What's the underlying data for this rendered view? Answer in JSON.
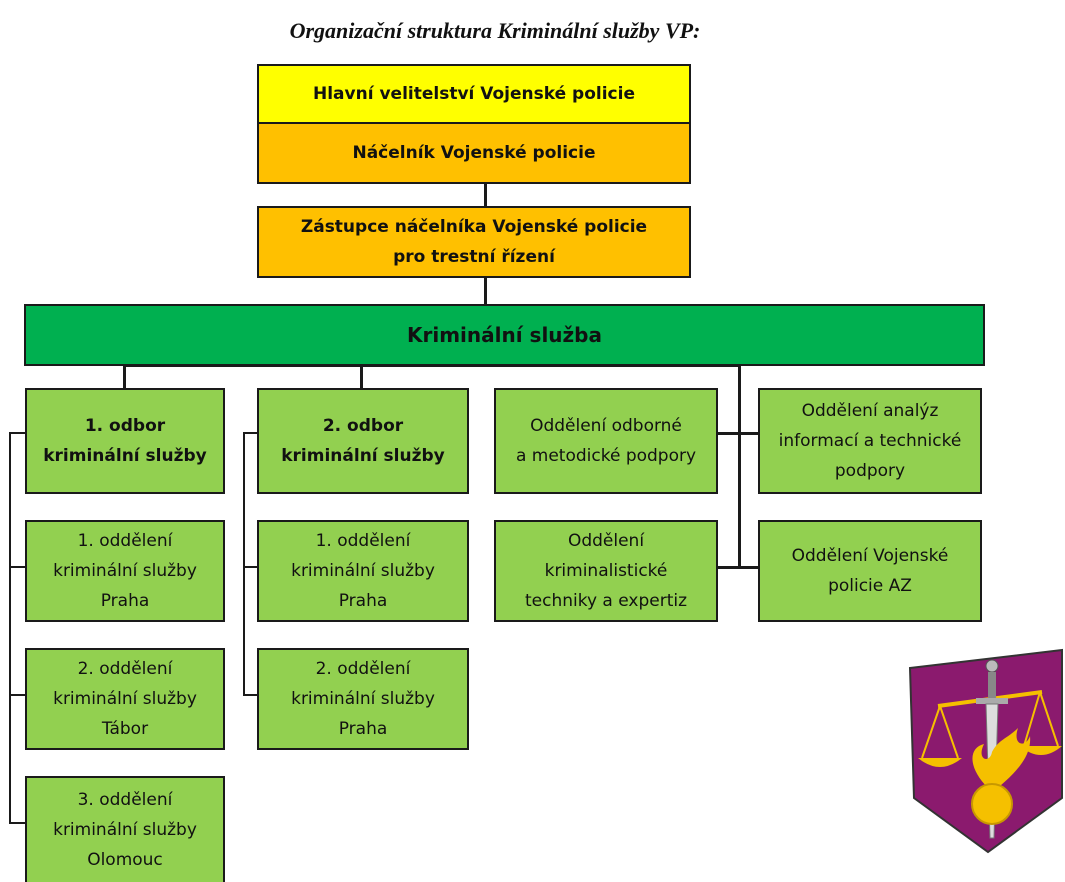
{
  "title": "Organizační struktura Kriminální služby VP:",
  "top": {
    "hq": "Hlavní velitelství Vojenské policie",
    "chief": "Náčelník Vojenské policie",
    "deputy_line1": "Zástupce náčelníka Vojenské policie",
    "deputy_line2": "pro trestní řízení"
  },
  "service": "Kriminální služba",
  "branch1": {
    "head_line1": "1. odbor",
    "head_line2": "kriminální služby",
    "units": [
      {
        "l1": "1. oddělení",
        "l2": "kriminální služby",
        "l3": "Praha"
      },
      {
        "l1": "2. oddělení",
        "l2": "kriminální služby",
        "l3": "Tábor"
      },
      {
        "l1": "3. oddělení",
        "l2": "kriminální služby",
        "l3": "Olomouc"
      }
    ]
  },
  "branch2": {
    "head_line1": "2. odbor",
    "head_line2": "kriminální služby",
    "units": [
      {
        "l1": "1. oddělení",
        "l2": "kriminální služby",
        "l3": "Praha"
      },
      {
        "l1": "2. oddělení",
        "l2": "kriminální služby",
        "l3": "Praha"
      }
    ]
  },
  "departments": {
    "methodical": {
      "l1": "Oddělení odborné",
      "l2": "a metodické podpory"
    },
    "analysis": {
      "l1": "Oddělení analýz",
      "l2": "informací  a technické",
      "l3": "podpory"
    },
    "forensic": {
      "l1": "Oddělení",
      "l2": "kriminalistické",
      "l3": "techniky a expertiz"
    },
    "az": {
      "l1": "Oddělení Vojenské",
      "l2": "policie AZ"
    }
  },
  "colors": {
    "yellow": "#ffff00",
    "orange": "#ffc000",
    "green": "#00b050",
    "light_green": "#92d050",
    "emblem_purple": "#8b1a6e",
    "emblem_gold": "#f5c000"
  },
  "emblem": {
    "icon": "military-police-emblem-icon"
  }
}
